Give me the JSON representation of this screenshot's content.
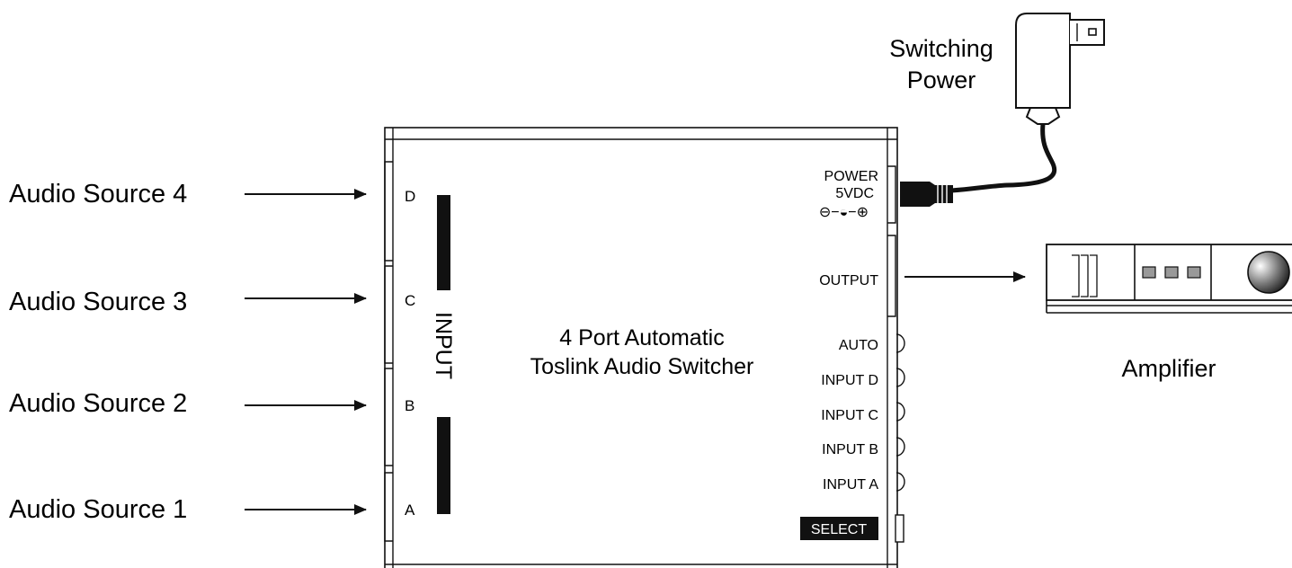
{
  "sources": [
    {
      "label": "Audio Source 4",
      "port": "D"
    },
    {
      "label": "Audio Source 3",
      "port": "C"
    },
    {
      "label": "Audio Source 2",
      "port": "B"
    },
    {
      "label": "Audio Source 1",
      "port": "A"
    }
  ],
  "switcher": {
    "input_label": "INPUT",
    "title_line1": "4 Port  Automatic",
    "title_line2": "Toslink  Audio Switcher",
    "power_line1": "POWER",
    "power_line2": "5VDC",
    "polarity": "⊖−◒−⊕",
    "output_label": "OUTPUT",
    "indicators": [
      "AUTO",
      "INPUT  D",
      "INPUT  C",
      "INPUT  B",
      "INPUT  A"
    ],
    "select_label": "SELECT"
  },
  "power_supply": {
    "line1": "Switching",
    "line2": "Power"
  },
  "amplifier": {
    "label": "Amplifier"
  }
}
